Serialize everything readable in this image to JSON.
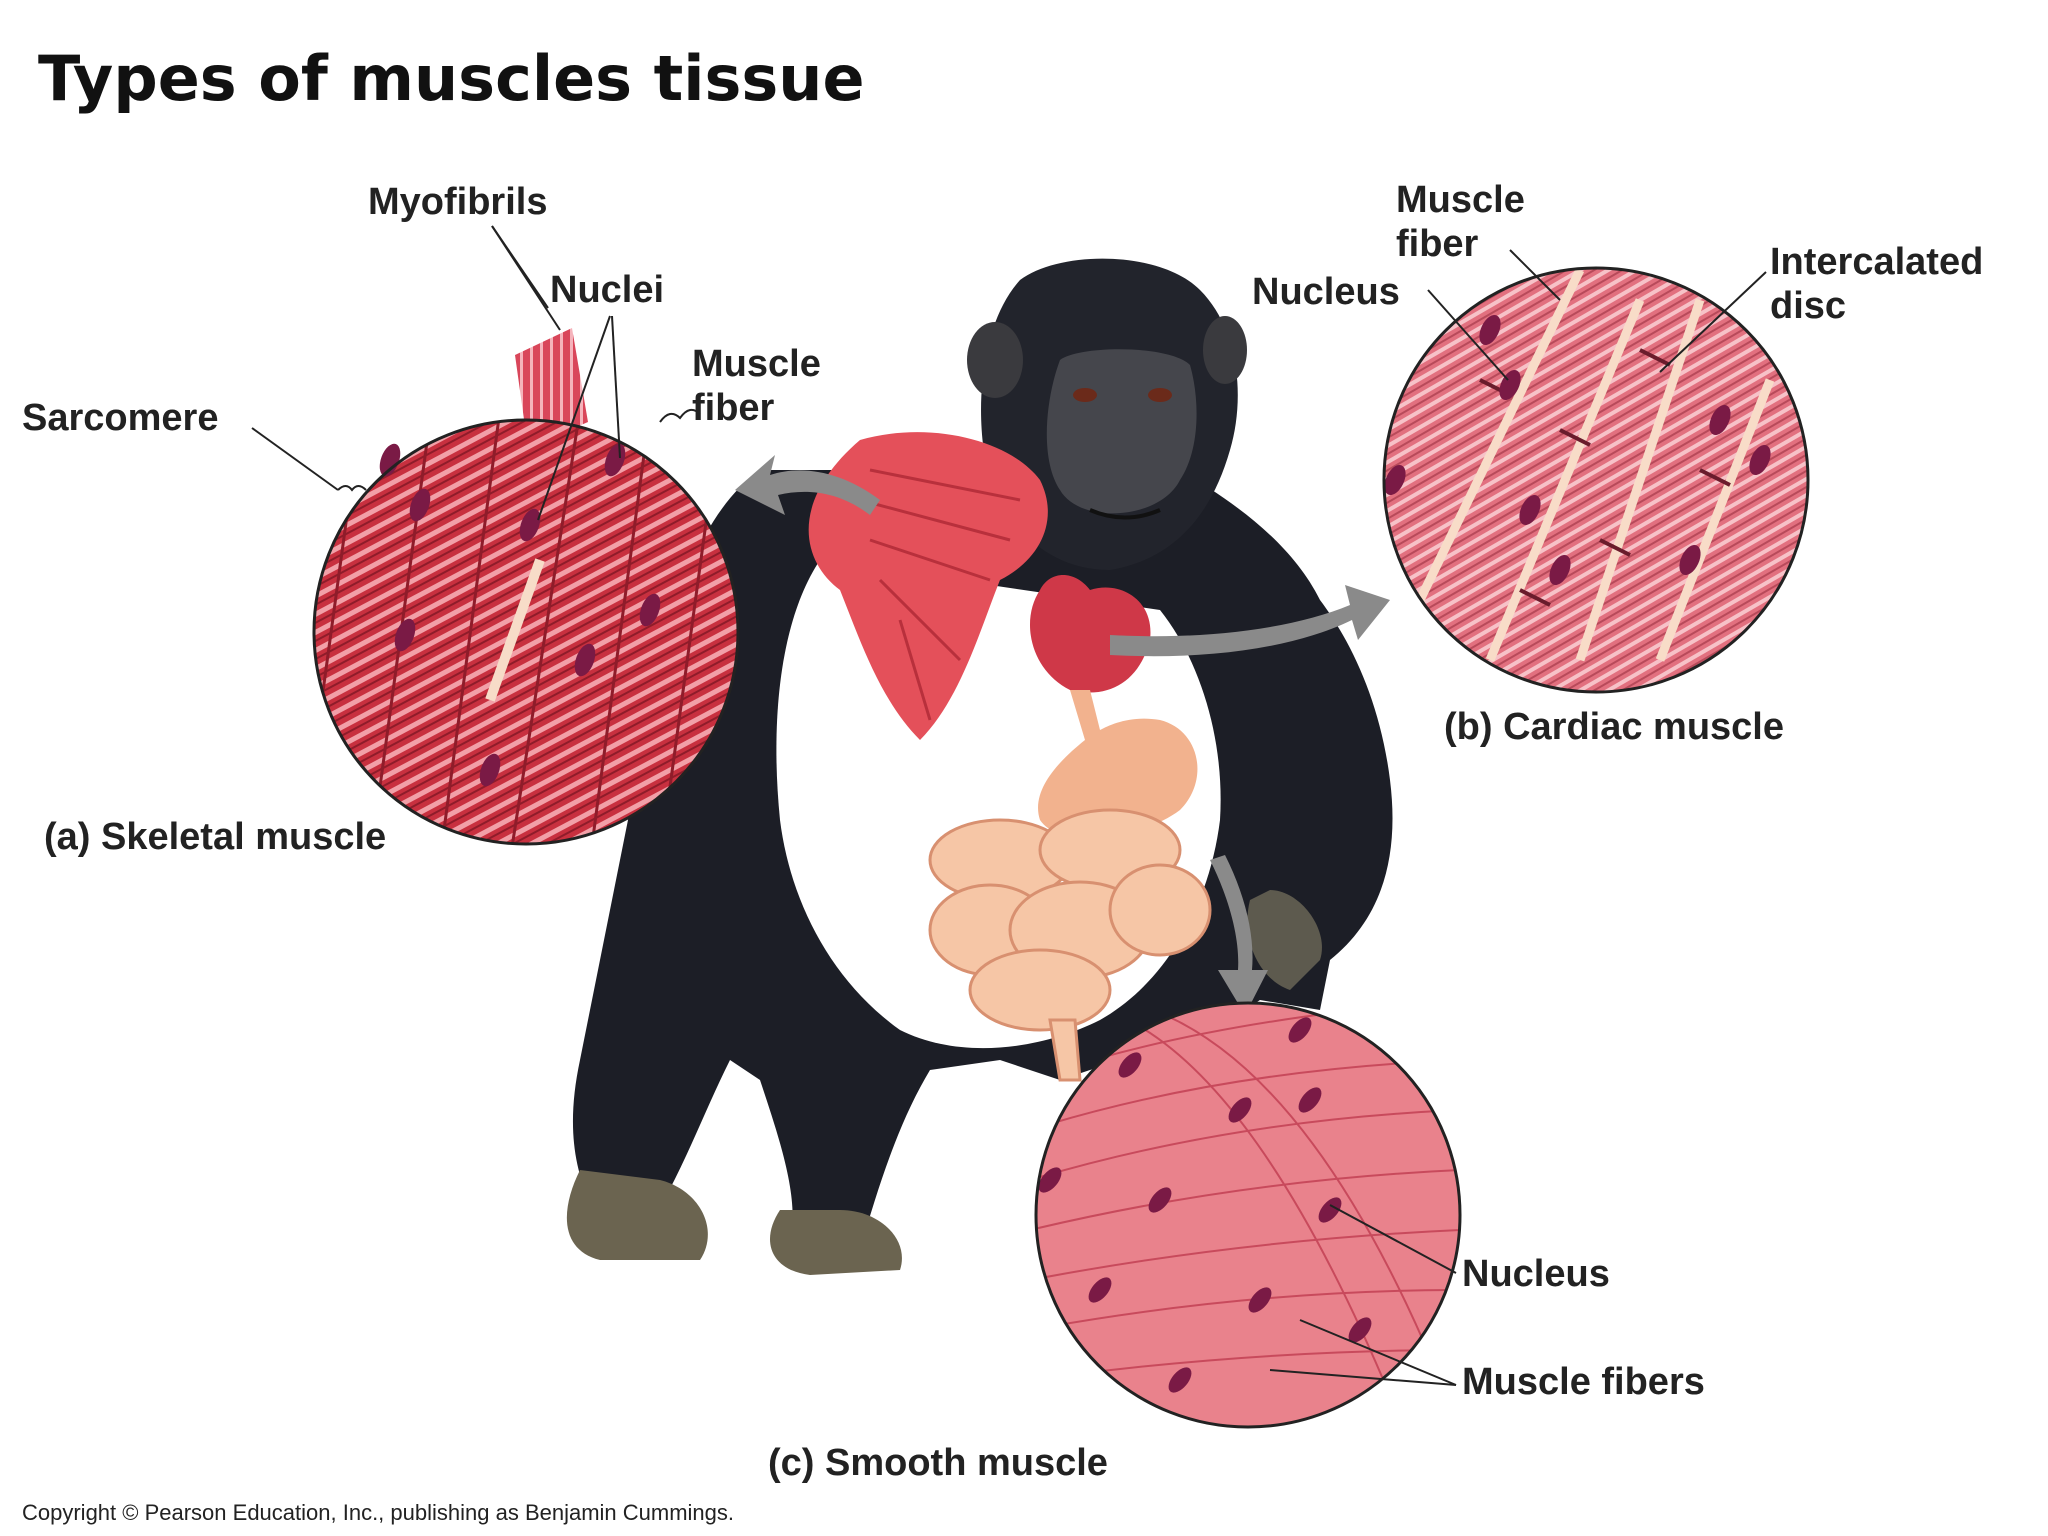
{
  "title": "Types of muscles tissue",
  "panels": {
    "skeletal": {
      "caption": "(a) Skeletal muscle",
      "labels": {
        "myofibrils": "Myofibrils",
        "nuclei": "Nuclei",
        "muscle_fiber_line1": "Muscle",
        "muscle_fiber_line2": "fiber",
        "sarcomere": "Sarcomere"
      }
    },
    "cardiac": {
      "caption": "(b) Cardiac muscle",
      "labels": {
        "muscle_fiber_line1": "Muscle",
        "muscle_fiber_line2": "fiber",
        "nucleus": "Nucleus",
        "intercalated_line1": "Intercalated",
        "intercalated_line2": "disc"
      }
    },
    "smooth": {
      "caption": "(c) Smooth muscle",
      "labels": {
        "nucleus": "Nucleus",
        "muscle_fibers": "Muscle fibers"
      }
    }
  },
  "copyright": "Copyright © Pearson Education, Inc., publishing as Benjamin Cummings.",
  "colors": {
    "skeletal_tissue": "#c8303f",
    "cardiac_tissue": "#e2707f",
    "smooth_tissue": "#e9828c",
    "nucleus": "#7a1a45",
    "arrow": "#8a8a8a",
    "chimp_fur": "#1c1e26",
    "organs": "#f2b28e"
  }
}
